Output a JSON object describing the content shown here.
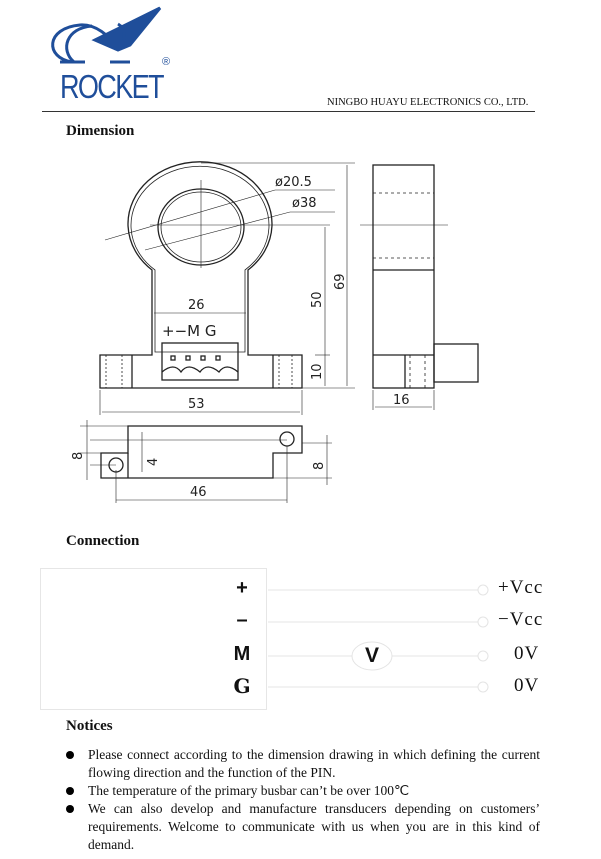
{
  "header": {
    "logo_text": "ROCKET",
    "registered": "®",
    "company": "NINGBO HUAYU ELECTRONICS CO., LTD."
  },
  "dimension": {
    "title": "Dimension",
    "labels": {
      "d_inner": "ø20.5",
      "d_outer": "ø38",
      "h_total": "69",
      "h_center": "50",
      "h_base": "10",
      "w_neck": "26",
      "w_base": "53",
      "depth": "16",
      "pin_marks": "+−M G",
      "bottom_h": "8",
      "bottom_offset": "4",
      "bottom_right": "8",
      "hole_spacing": "46"
    }
  },
  "connection": {
    "title": "Connection",
    "pins": [
      {
        "pin": "+",
        "signal": "+Vcc"
      },
      {
        "pin": "–",
        "signal": "−Vcc"
      },
      {
        "pin": "M",
        "signal": "0V"
      },
      {
        "pin": "G",
        "signal": "0V"
      }
    ],
    "meter": "V"
  },
  "notices": {
    "title": "Notices",
    "items": [
      "Please connect according to the dimension drawing in which defining the current flowing direction and the function of the PIN.",
      "The temperature of the primary busbar can’t be over 100℃",
      "We can also develop and manufacture transducers depending on customers’ requirements. Welcome to communicate with us when you are in this kind of demand."
    ]
  }
}
